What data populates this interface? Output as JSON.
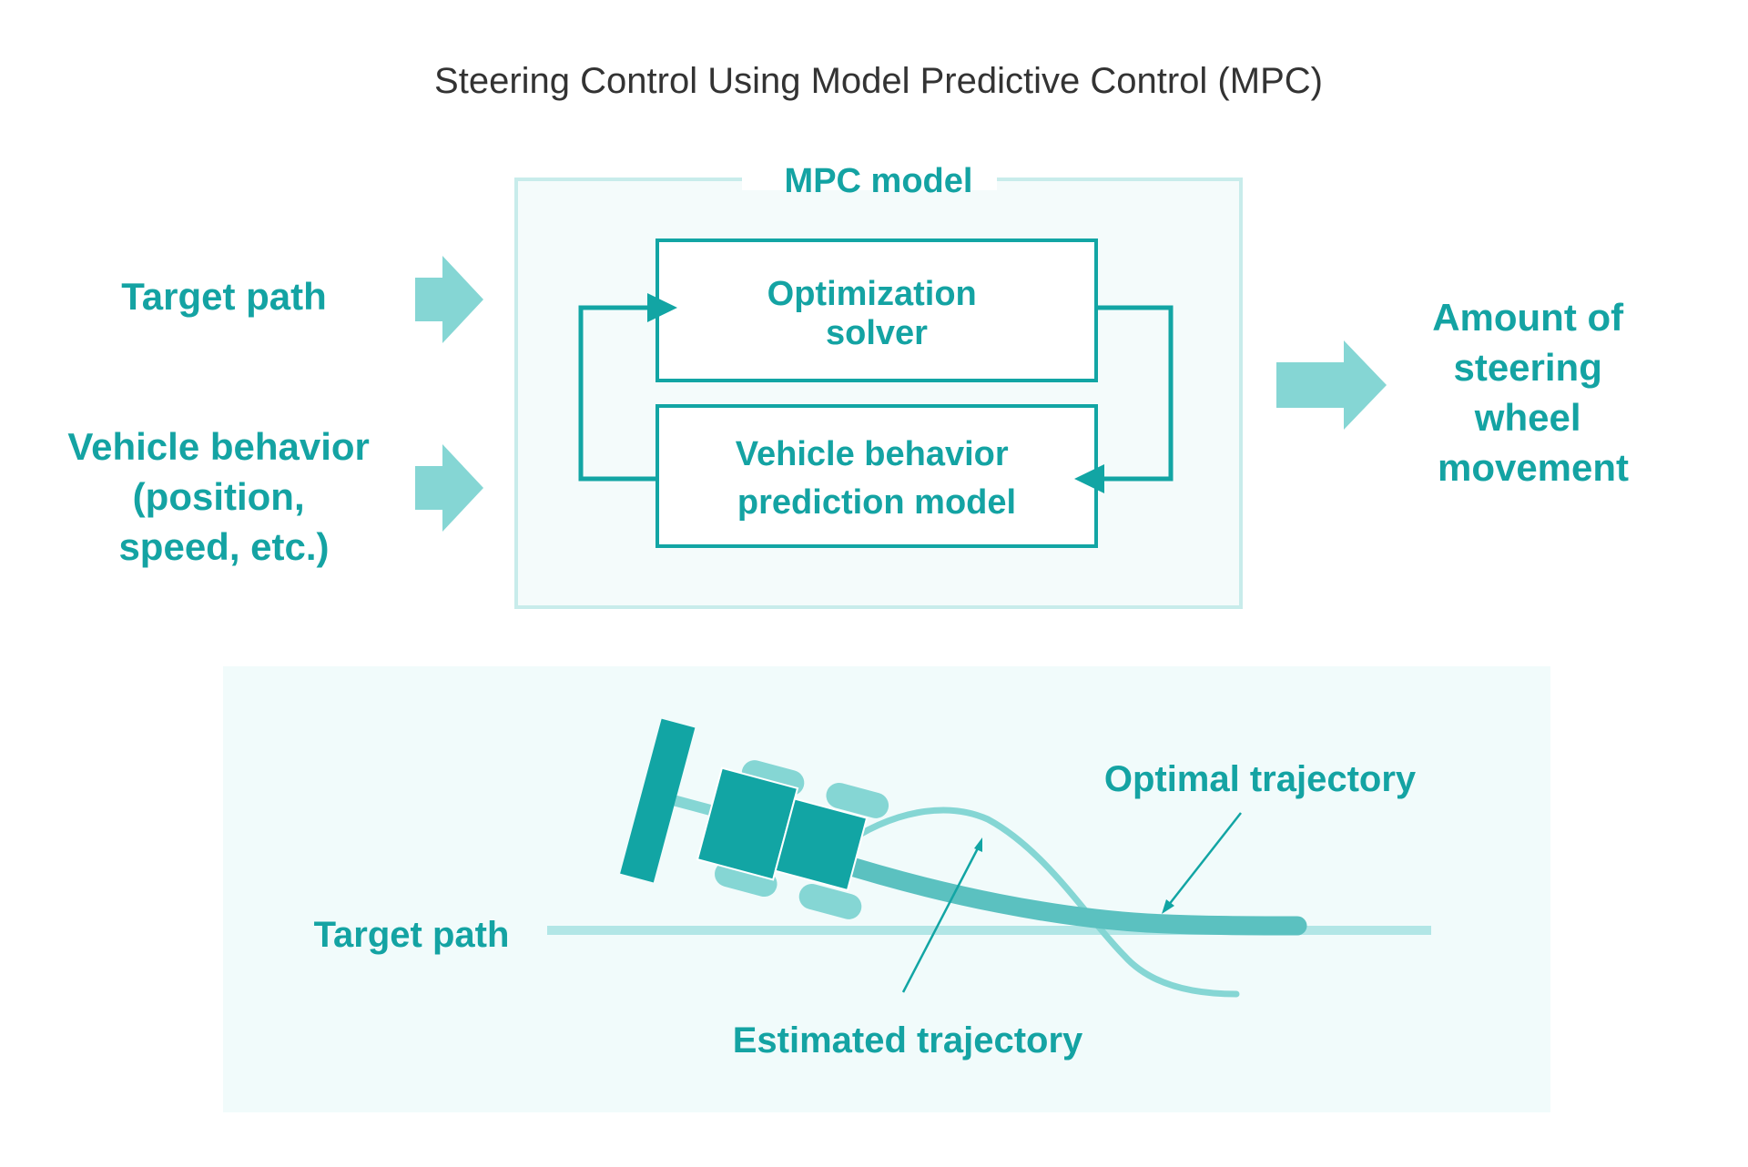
{
  "title": "Steering Control Using Model Predictive Control (MPC)",
  "mpc_model": {
    "label": "MPC model",
    "optimization_solver": [
      "Optimization",
      "solver"
    ],
    "prediction_model": [
      "Vehicle behavior",
      "prediction model"
    ]
  },
  "inputs": {
    "target_path": "Target path",
    "vehicle_behavior": [
      "Vehicle behavior",
      "(position,",
      "speed, etc.)"
    ]
  },
  "output": {
    "label": [
      "Amount of",
      "steering",
      "wheel",
      "movement"
    ]
  },
  "scene": {
    "target_path_label": "Target path",
    "optimal_trajectory_label": "Optimal trajectory",
    "estimated_trajectory_label": "Estimated trajectory"
  },
  "colors": {
    "teal": "#14a3a3",
    "teal_dark": "#12a5a4",
    "light_teal": "#85d6d4",
    "box_border": "#c8eceb",
    "panel_bg": "#f1fbfb",
    "title": "#333333"
  }
}
